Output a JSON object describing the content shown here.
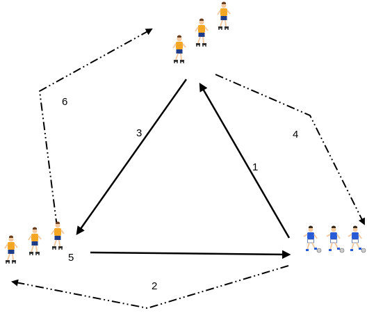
{
  "colors": {
    "arrow": "#000000",
    "orange_shirt": "#f5a623",
    "blue_shirt": "#2a5bd7",
    "shorts": "#1f3c88",
    "skin": "#f2c9a0",
    "boot": "#333333",
    "ball": "#cfcfcf"
  },
  "labels": {
    "step1": "1",
    "step2": "2",
    "step3": "3",
    "step4": "4",
    "step5": "5",
    "step6": "6"
  },
  "groups": {
    "top": {
      "shirt": "orange",
      "count": 3
    },
    "bottom_left": {
      "shirt": "orange",
      "count": 3
    },
    "bottom_right": {
      "shirt": "blue",
      "count": 3,
      "with_ball": true
    }
  },
  "icons": {
    "skater": "skater-icon",
    "player_with_ball": "player-with-ball-icon"
  }
}
